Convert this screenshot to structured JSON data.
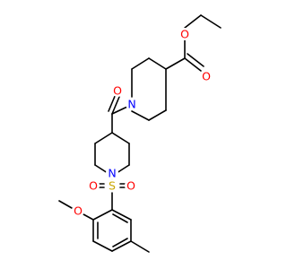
{
  "molecule": {
    "atoms": {
      "o_carbonyl_ester": "O",
      "o_ester": "O",
      "n_amide": "N",
      "o_carbonyl_amide": "O",
      "n_sulfonamide": "N",
      "s_sulfonyl": "S",
      "o_sulfonyl_left": "O",
      "o_sulfonyl_right": "O",
      "o_methoxy": "O"
    },
    "colors": {
      "oxygen": "#ff0000",
      "nitrogen": "#0000ff",
      "sulfur": "#c9a600",
      "bond": "#000000"
    }
  }
}
